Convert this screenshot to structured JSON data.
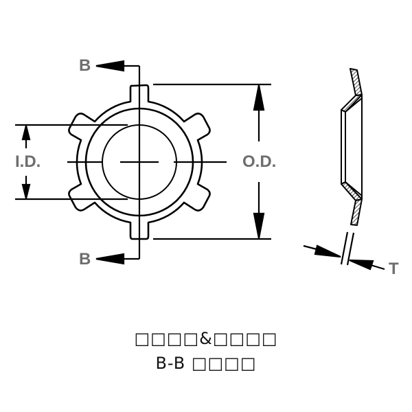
{
  "labels": {
    "section_top": "B",
    "section_bottom": "B",
    "inner_diameter": "I.D.",
    "outer_diameter": "O.D.",
    "thickness": "T"
  },
  "caption": {
    "line1": "□□□□&□□□□",
    "line2": "B-B □□□□"
  },
  "colors": {
    "line": "#000000",
    "label": "#6e6e6e"
  }
}
